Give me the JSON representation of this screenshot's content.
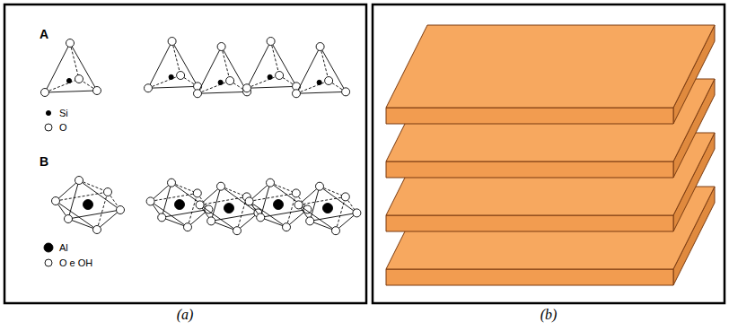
{
  "diagram": {
    "labels": [
      "A",
      "B",
      "(a)",
      "(b)"
    ],
    "legend": [
      {
        "text": "Si"
      },
      {
        "text": "O"
      },
      {
        "text": "Al"
      },
      {
        "text": "O e OH"
      }
    ]
  }
}
